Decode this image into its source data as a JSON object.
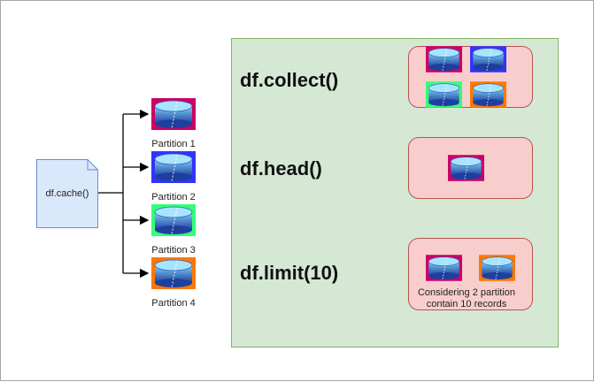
{
  "source": {
    "label": "df.cache()"
  },
  "partitions": [
    {
      "label": "Partition 1",
      "color": "#cc0066"
    },
    {
      "label": "Partition 2",
      "color": "#3333ff"
    },
    {
      "label": "Partition 3",
      "color": "#33ff77"
    },
    {
      "label": "Partition 4",
      "color": "#ff7700"
    }
  ],
  "actions": [
    {
      "label": "df.collect()",
      "partitions_shown": [
        "#cc0066",
        "#3333ff",
        "#33ff77",
        "#ff7700"
      ]
    },
    {
      "label": "df.head()",
      "partitions_shown": [
        "#cc0066"
      ]
    },
    {
      "label": "df.limit(10)",
      "partitions_shown": [
        "#cc0066",
        "#ff7700"
      ],
      "note": "Considering 2 partition contain 10 records"
    }
  ],
  "colors": {
    "panel_bg": "#d5e8d4",
    "panel_border": "#82b366",
    "box_bg": "#f8cecc",
    "box_border": "#b85450",
    "doc_bg": "#dae8fc",
    "doc_border": "#6c8ebf"
  }
}
